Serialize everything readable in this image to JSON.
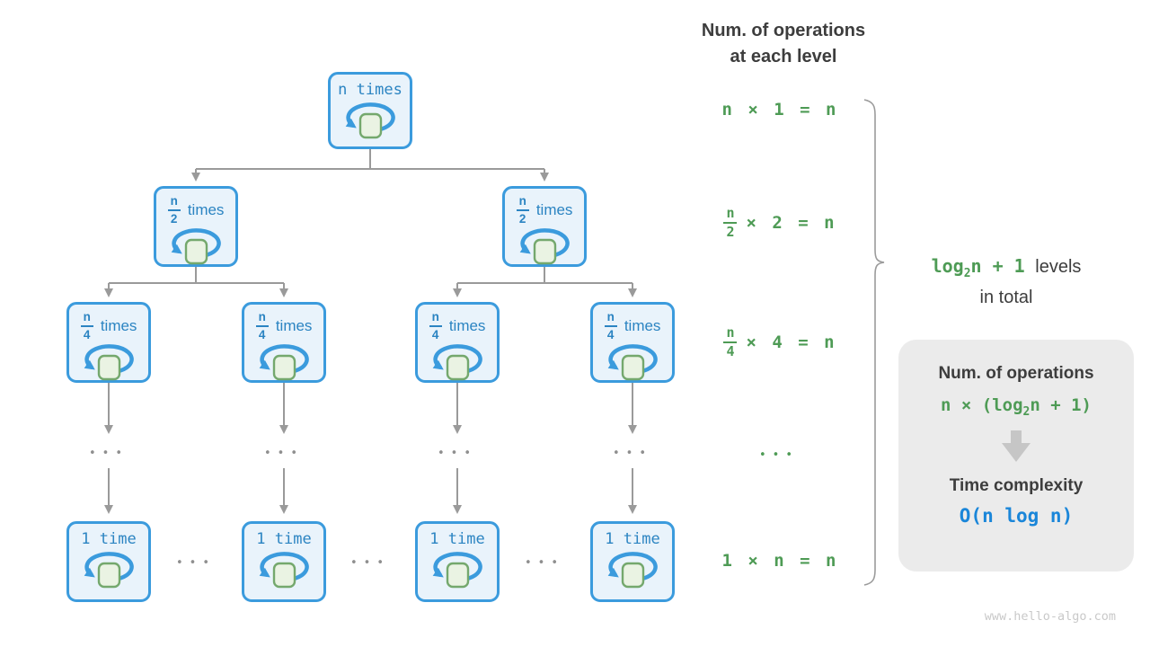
{
  "colors": {
    "blue": "#3b9bdd",
    "blue_text": "#2b84c2",
    "box_fill": "#e9f3fb",
    "green_text": "#4e9b55",
    "green_fill": "#eaf3e3",
    "green_border": "#74a86d",
    "line_gray": "#9a9a9a",
    "panel_gray": "#ebebeb",
    "dark": "#3d3d3d",
    "accent_blue": "#1a86d9",
    "watermark_gray": "#c9c9c9",
    "big_arrow_gray": "#c6c6c6",
    "brace_gray": "#9b9b9b"
  },
  "header": {
    "line1": "Num. of operations",
    "line2": "at each level"
  },
  "tree": {
    "level1_label": "n times",
    "level2": {
      "num": "n",
      "den": "2",
      "suffix": "times"
    },
    "level3": {
      "num": "n",
      "den": "4",
      "suffix": "times"
    },
    "level4_label": "1 time",
    "ellipsis": "•••"
  },
  "equations": {
    "row1": "n × 1 = n",
    "row2": {
      "num": "n",
      "den": "2",
      "rest": "× 2 = n"
    },
    "row3": {
      "num": "n",
      "den": "4",
      "rest": "× 4 = n"
    },
    "ellipsis": "•••",
    "row5": "1 × n = n"
  },
  "levels_annotation": {
    "formula_pre": "log",
    "formula_sub": "2",
    "formula_post": "n + 1",
    "text1": "levels",
    "text2": "in total"
  },
  "summary": {
    "title1": "Num. of operations",
    "formula_pre": "n × (log",
    "formula_sub": "2",
    "formula_post": "n + 1)",
    "title2": "Time complexity",
    "complexity": "O(n log n)"
  },
  "footer": "www.hello-algo.com"
}
